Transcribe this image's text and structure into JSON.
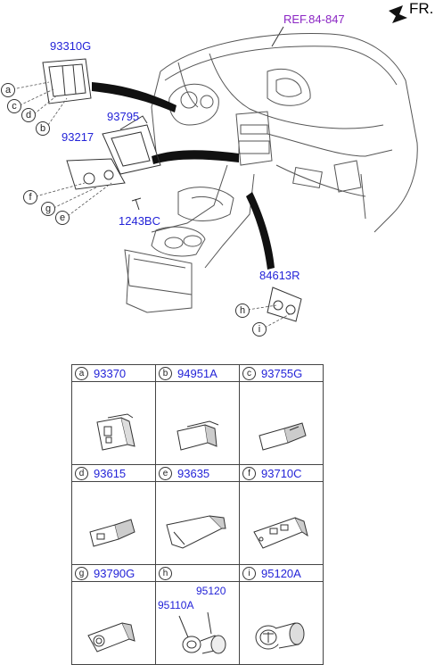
{
  "header": {
    "ref_label": "REF.84-847",
    "front_label": "FR."
  },
  "callouts": {
    "p93310G": "93310G",
    "p93795": "93795",
    "p93217": "93217",
    "p1243BC": "1243BC",
    "p84613R": "84613R"
  },
  "letters": [
    "a",
    "b",
    "c",
    "d",
    "e",
    "f",
    "g",
    "h",
    "i"
  ],
  "table": {
    "cells": [
      {
        "letter": "a",
        "parts": [
          "93370"
        ]
      },
      {
        "letter": "b",
        "parts": [
          "94951A"
        ]
      },
      {
        "letter": "c",
        "parts": [
          "93755G"
        ]
      },
      {
        "letter": "d",
        "parts": [
          "93615"
        ]
      },
      {
        "letter": "e",
        "parts": [
          "93635"
        ]
      },
      {
        "letter": "f",
        "parts": [
          "93710C"
        ]
      },
      {
        "letter": "g",
        "parts": [
          "93790G"
        ]
      },
      {
        "letter": "h",
        "parts": [
          "95120",
          "95110A"
        ]
      },
      {
        "letter": "i",
        "parts": [
          "95120A"
        ]
      }
    ]
  }
}
